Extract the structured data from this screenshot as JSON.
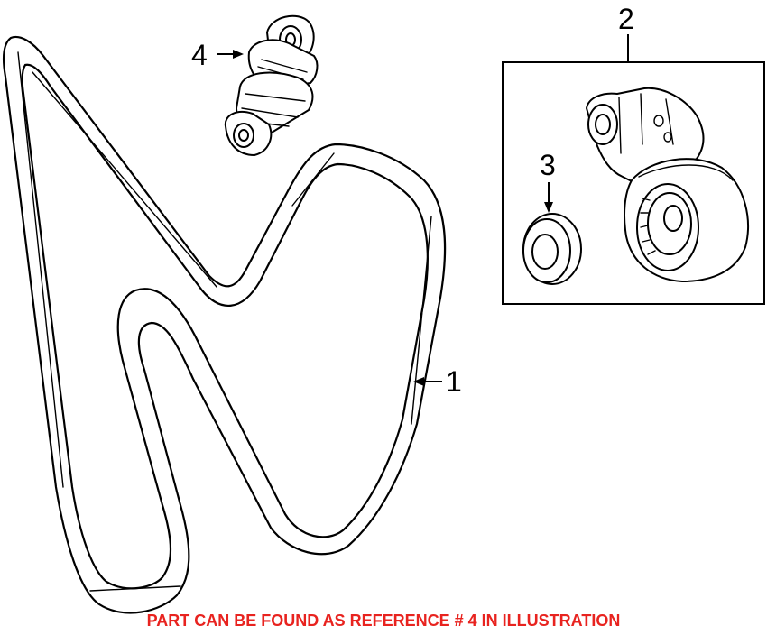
{
  "callouts": {
    "belt": "1",
    "tensioner_assembly": "2",
    "pulley_cap": "3",
    "damper": "4"
  },
  "notice": "PART CAN BE FOUND AS REFERENCE # 4 IN ILLUSTRATION",
  "colors": {
    "notice": "#e8231f",
    "lines": "#000000",
    "background": "#ffffff"
  }
}
